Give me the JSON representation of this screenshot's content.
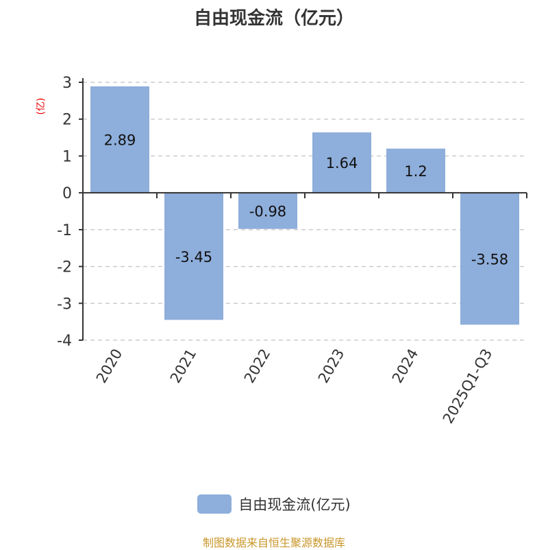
{
  "chart_data": {
    "type": "bar",
    "title": "自由现金流（亿元）",
    "ylabel": "(亿)",
    "xlabel": "",
    "categories": [
      "2020",
      "2021",
      "2022",
      "2023",
      "2024",
      "2025Q1-Q3"
    ],
    "values": [
      2.89,
      -3.45,
      -0.98,
      1.64,
      1.2,
      -3.58
    ],
    "value_labels": [
      "2.89",
      "-3.45",
      "-0.98",
      "1.64",
      "1.2",
      "-3.58"
    ],
    "ylim": [
      -4,
      3
    ],
    "yticks": [
      3,
      2,
      1,
      0,
      -1,
      -2,
      -3,
      -4
    ],
    "grid": true,
    "legend": {
      "label": "自由现金流(亿元)",
      "placement": "bottom"
    },
    "bar_color": "#8eaedb",
    "source": "制图数据来自恒生聚源数据库"
  }
}
